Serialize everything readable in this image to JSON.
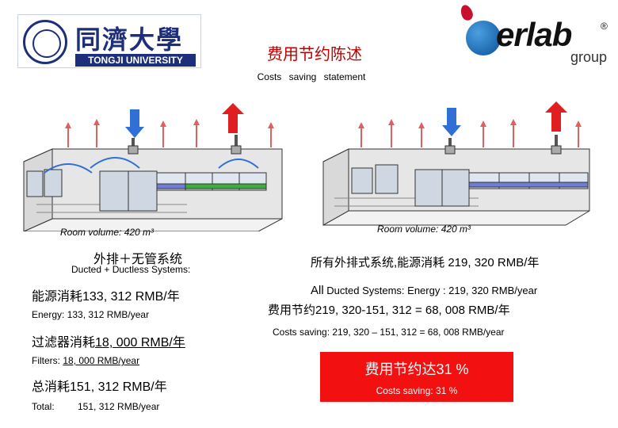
{
  "logos": {
    "tongji_cn": "同濟大學",
    "tongji_en": "TONGJI UNIVERSITY",
    "erlab_word": "erlab",
    "erlab_reg": "®",
    "erlab_group": "group"
  },
  "title": {
    "cn": "费用节约陈述",
    "en": "Costs saving statement"
  },
  "left": {
    "room_volume": "Room volume: 420 m³",
    "heading_cn": "外排＋无管系统",
    "heading_en": "Ducted + Ductless Systems:",
    "energy_cn": "能源消耗133, 312 RMB/年",
    "energy_en": "Energy: 133, 312 RMB/year",
    "filter_cn_prefix": "过滤器消耗",
    "filter_cn_value": "18, 000 RMB/年",
    "filter_en_prefix": "Filters: ",
    "filter_en_value": " 18, 000 RMB/year",
    "total_cn": "总消耗151, 312 RMB/年",
    "total_en_label": "Total:",
    "total_en_value": "151, 312 RMB/year"
  },
  "right": {
    "room_volume": "Room volume: 420 m³",
    "line1_cn": "所有外排式系统,能源消耗 219, 320 RMB/年",
    "line2_a": "All",
    "line2_b": " Ducted Systems: Energy : 219, 320 RMB/year",
    "line3_cn": "费用节约219, 320-151, 312 = 68, 008 RMB/年",
    "line4_en": "Costs saving: 219, 320 – 151, 312 = 68, 008 RMB/year",
    "saving_cn": "费用节约达31 %",
    "saving_en": "Costs saving: 31 %"
  },
  "colors": {
    "accent_red": "#f21010",
    "title_red": "#c00000",
    "tongji_blue": "#1d2f7a",
    "supply_blue": "#2f6fd6",
    "exhaust_red": "#e02020"
  }
}
